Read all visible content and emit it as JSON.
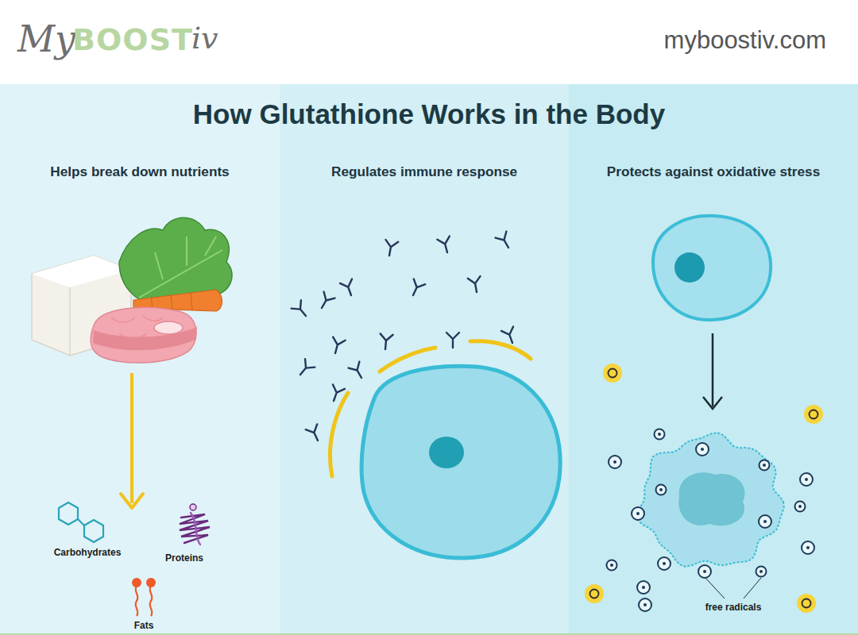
{
  "diagram": {
    "title": "How Glutathione Works in the Body",
    "nodes": [
      {
        "text": [
          "Helps break down nutrients"
        ]
      },
      {
        "text": [
          "Regulates immune response"
        ]
      },
      {
        "text": [
          "Protects against oxidative stress"
        ]
      }
    ],
    "labels": [
      "My",
      "BOOST",
      "iv",
      "myboostiv.com",
      "Carbohydrates",
      "Proteins",
      "Fats",
      "free radicals"
    ]
  }
}
